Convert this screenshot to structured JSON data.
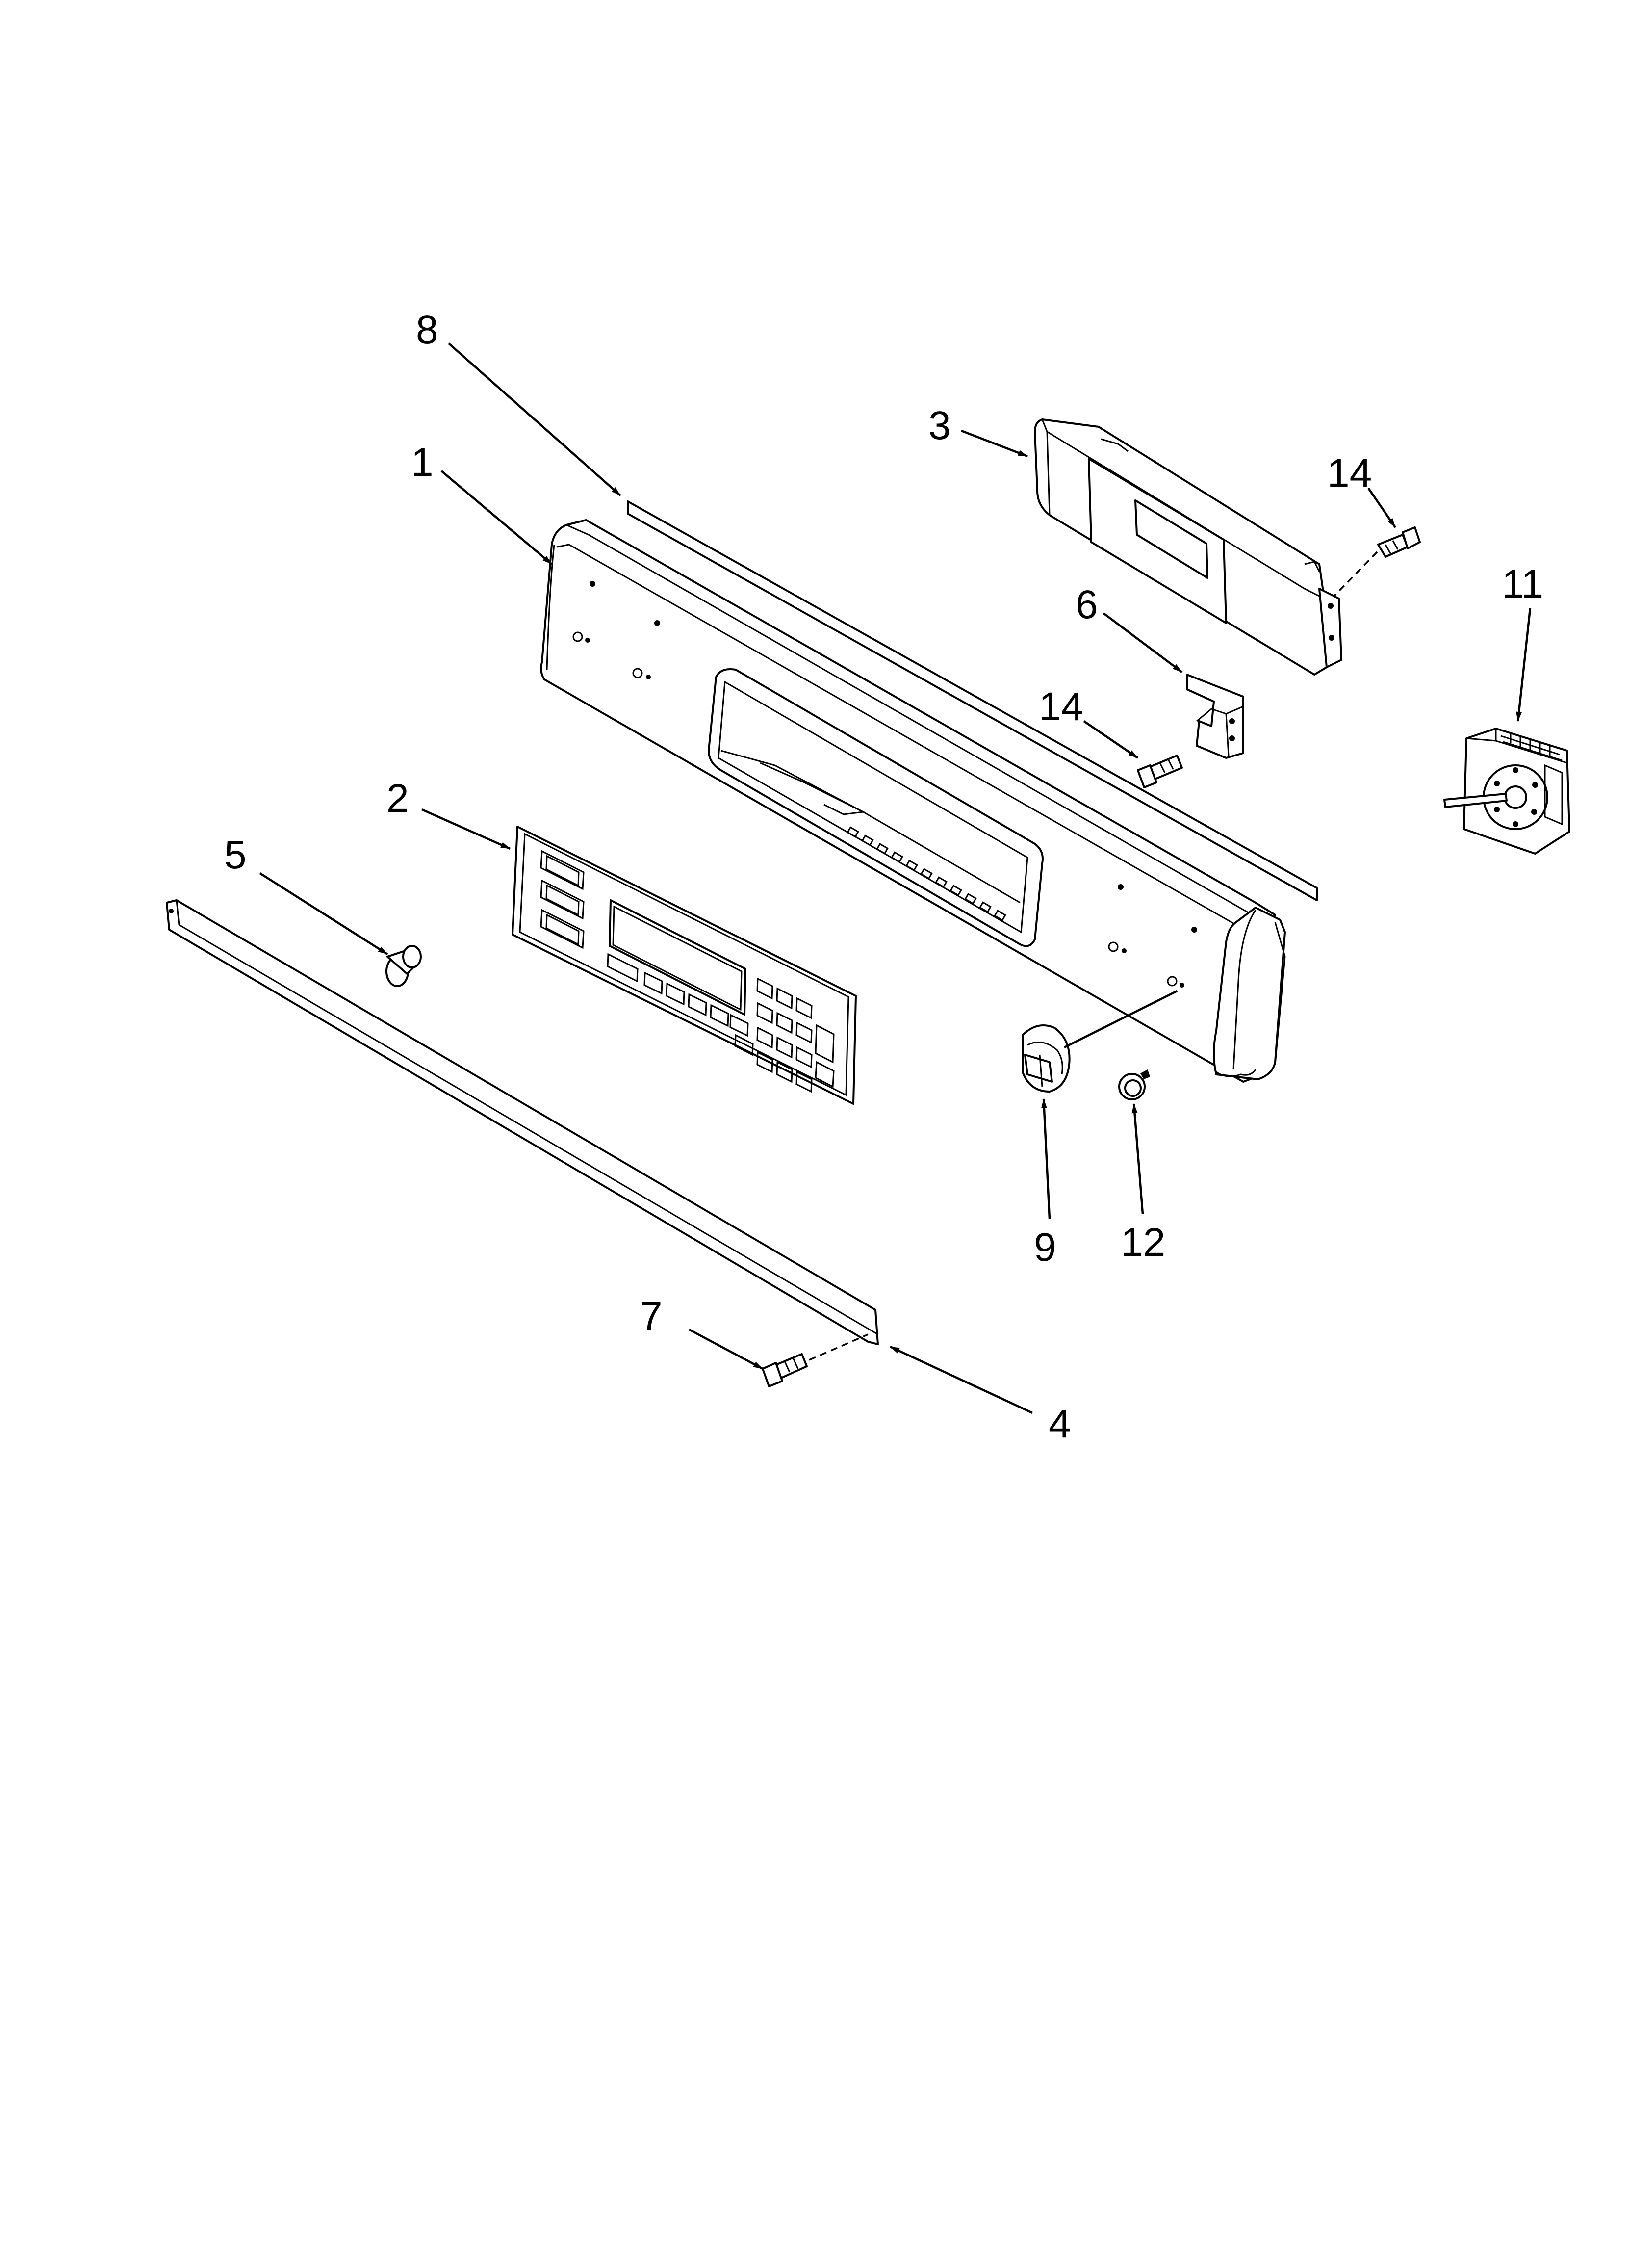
{
  "diagram": {
    "callouts": [
      {
        "id": "8",
        "label": "8"
      },
      {
        "id": "1",
        "label": "1"
      },
      {
        "id": "3",
        "label": "3"
      },
      {
        "id": "14a",
        "label": "14"
      },
      {
        "id": "11",
        "label": "11"
      },
      {
        "id": "6",
        "label": "6"
      },
      {
        "id": "14b",
        "label": "14"
      },
      {
        "id": "2",
        "label": "2"
      },
      {
        "id": "5",
        "label": "5"
      },
      {
        "id": "9",
        "label": "9"
      },
      {
        "id": "12",
        "label": "12"
      },
      {
        "id": "7",
        "label": "7"
      },
      {
        "id": "4",
        "label": "4"
      }
    ]
  }
}
